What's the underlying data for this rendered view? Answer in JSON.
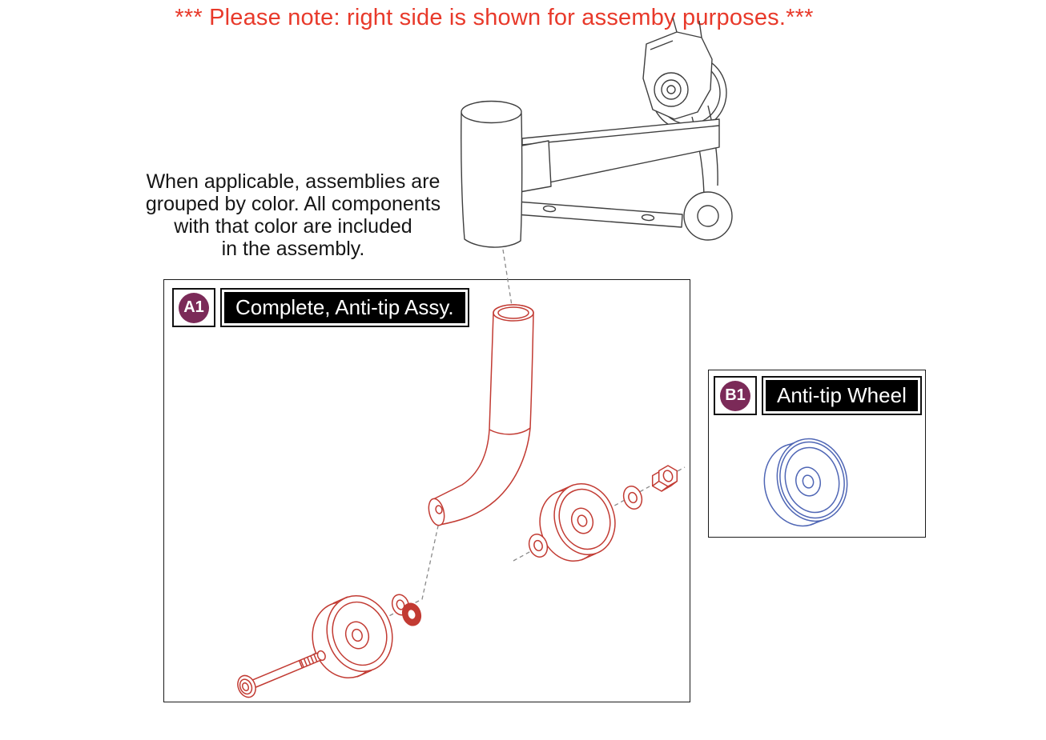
{
  "page": {
    "note_banner": "*** Please note: right side is shown for assemby purposes.***",
    "color_note_lines": [
      "When applicable, assemblies are",
      "grouped by color. All components",
      "with that color are included",
      "in the assembly."
    ]
  },
  "assemblies": {
    "a1": {
      "id": "A1",
      "label": "Complete, Anti-tip Assy.",
      "accent_color": "#c23b33"
    },
    "b1": {
      "id": "B1",
      "label": "Anti-tip Wheel",
      "accent_color": "#4f66b5"
    }
  },
  "colors": {
    "banner_text": "#e8392a",
    "badge_background": "#7b2a58",
    "badge_text": "#ffffff",
    "label_background": "#000000",
    "label_text": "#ffffff",
    "frame_drawing": "#3f3f3f",
    "leader_lines": "#8a8a8a",
    "box_border": "#1a1a1a"
  }
}
